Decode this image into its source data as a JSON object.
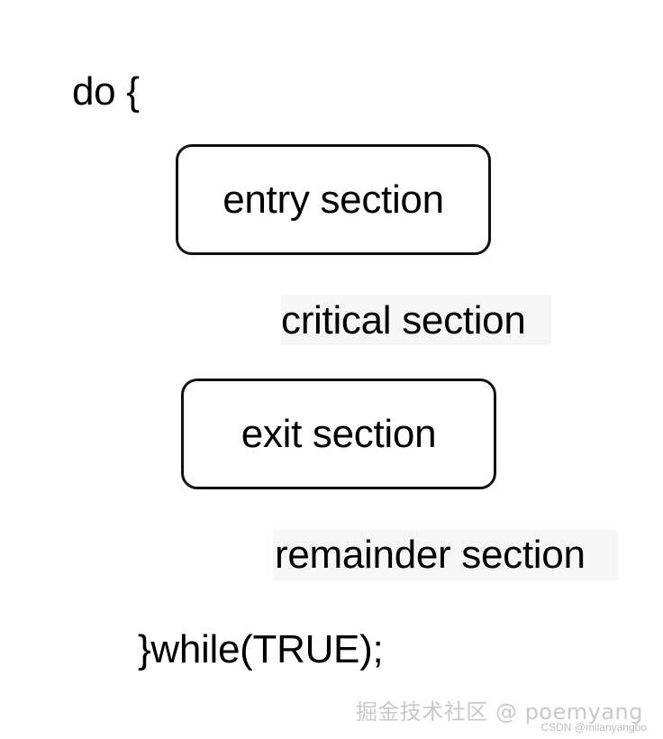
{
  "code": {
    "open": "do {",
    "close": "}while(TRUE);"
  },
  "sections": {
    "entry": "entry section",
    "critical": "critical section",
    "exit": "exit section",
    "remainder": "remainder section"
  },
  "watermark": {
    "main": "掘金技术社区 @ poemyang",
    "sub": "CSDN @milanyangbo"
  }
}
